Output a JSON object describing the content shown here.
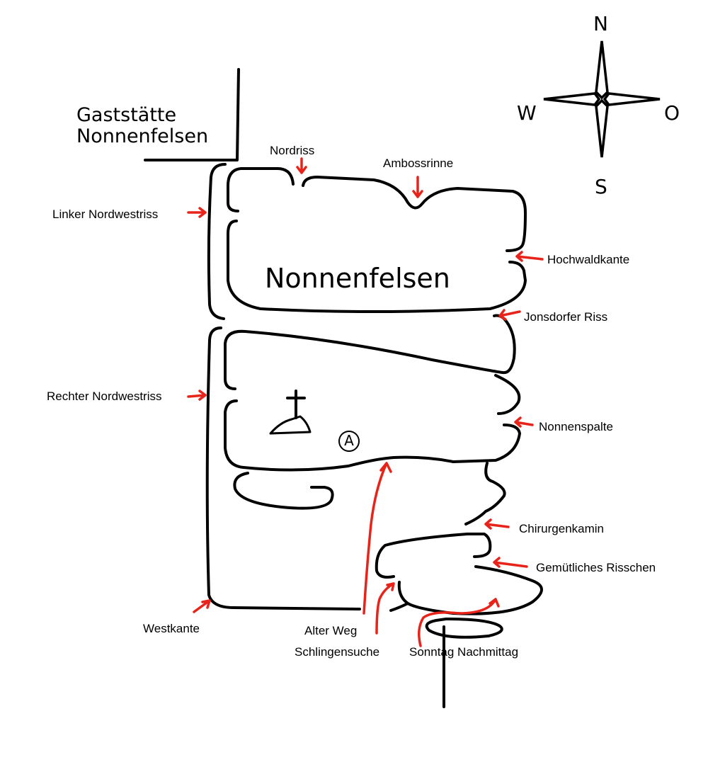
{
  "map": {
    "venue_line1": "Gaststätte",
    "venue_line2": "Nonnenfelsen",
    "rock_name": "Nonnenfelsen",
    "marker_label": "A",
    "colors": {
      "outline": "#000000",
      "arrow": "#e8231a"
    }
  },
  "compass": {
    "north": "N",
    "south": "S",
    "west": "W",
    "east": "O"
  },
  "routes": [
    {
      "id": "nordriss",
      "label": "Nordriss"
    },
    {
      "id": "ambossrinne",
      "label": "Ambossrinne"
    },
    {
      "id": "linker-nordwestriss",
      "label": "Linker Nordwestriss"
    },
    {
      "id": "hochwaldkante",
      "label": "Hochwaldkante"
    },
    {
      "id": "jonsdorfer-riss",
      "label": "Jonsdorfer Riss"
    },
    {
      "id": "rechter-nordwestriss",
      "label": "Rechter Nordwestriss"
    },
    {
      "id": "nonnenspalte",
      "label": "Nonnenspalte"
    },
    {
      "id": "chirurgenkamin",
      "label": "Chirurgenkamin"
    },
    {
      "id": "gemuetliches-risschen",
      "label": "Gemütliches Risschen"
    },
    {
      "id": "westkante",
      "label": "Westkante"
    },
    {
      "id": "alter-weg",
      "label": "Alter Weg"
    },
    {
      "id": "schlingensuche",
      "label": "Schlingensuche"
    },
    {
      "id": "sonntag-nachmittag",
      "label": "Sonntag Nachmittag"
    }
  ]
}
